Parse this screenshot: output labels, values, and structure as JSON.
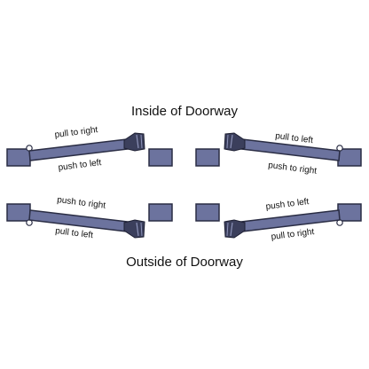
{
  "headings": {
    "inside": "Inside of Doorway",
    "outside": "Outside of Doorway"
  },
  "diagrams": [
    {
      "id": "inside-left",
      "top_label": "pull to right",
      "bottom_label": "push to left"
    },
    {
      "id": "inside-right",
      "top_label": "pull to left",
      "bottom_label": "push to right"
    },
    {
      "id": "outside-left",
      "top_label": "push to right",
      "bottom_label": "pull to left"
    },
    {
      "id": "outside-right",
      "top_label": "push to left",
      "bottom_label": "pull to right"
    }
  ],
  "colors": {
    "bar_fill": "#6c739e",
    "bar_stroke": "#2a2d44",
    "bar_highlight": "#8d93b9",
    "hinge": "#3b3f5c",
    "text": "#111111"
  }
}
